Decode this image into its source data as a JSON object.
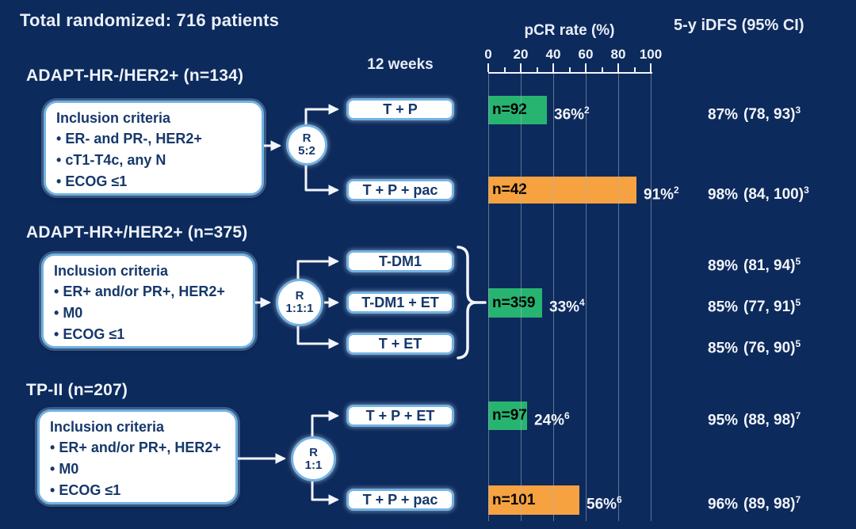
{
  "title": "Total randomized: 716 patients",
  "columns": {
    "timepoint": "12 weeks",
    "pcr_header": "pCR rate (%)",
    "idfs_header": "5-y iDFS (95% CI)"
  },
  "groups": [
    {
      "header": "ADAPT-HR-/HER2+ (n=134)",
      "inclusion": {
        "title": "Inclusion criteria",
        "bullets": [
          "ER- and PR-, HER2+",
          "cT1-T4c, any N",
          "ECOG ≤1"
        ]
      },
      "randomization": {
        "label": "R",
        "ratio": "5:2"
      },
      "arms": [
        "T + P",
        "T + P + pac"
      ]
    },
    {
      "header": "ADAPT-HR+/HER2+ (n=375)",
      "inclusion": {
        "title": "Inclusion criteria",
        "bullets": [
          "ER+ and/or PR+, HER2+",
          "M0",
          "ECOG ≤1"
        ]
      },
      "randomization": {
        "label": "R",
        "ratio": "1:1:1"
      },
      "arms": [
        "T-DM1",
        "T-DM1 + ET",
        "T + ET"
      ]
    },
    {
      "header": "TP-II (n=207)",
      "inclusion": {
        "title": "Inclusion criteria",
        "bullets": [
          "ER+ and/or PR+, HER2+",
          "M0",
          "ECOG ≤1"
        ]
      },
      "randomization": {
        "label": "R",
        "ratio": "1:1"
      },
      "arms": [
        "T + P + ET",
        "T + P + pac"
      ]
    }
  ],
  "chart_data": {
    "type": "bar",
    "title": "pCR rate (%)",
    "xlabel": "pCR rate (%)",
    "xlim": [
      0,
      100
    ],
    "ticks": [
      0,
      20,
      40,
      60,
      80,
      100
    ],
    "minor_ticks": [
      10,
      30,
      50,
      70,
      90
    ],
    "grid": true,
    "bars": [
      {
        "group": "ADAPT-HR-/HER2+",
        "arm": "T + P",
        "n": "n=92",
        "value": 36,
        "label": "36%",
        "footnote": "2",
        "color": "#27b471"
      },
      {
        "group": "ADAPT-HR-/HER2+",
        "arm": "T + P + pac",
        "n": "n=42",
        "value": 91,
        "label": "91%",
        "footnote": "2",
        "color": "#f7a240"
      },
      {
        "group": "ADAPT-HR+/HER2+",
        "arm": "T-DM1 / T-DM1 + ET / T + ET (pooled)",
        "n": "n=359",
        "value": 33,
        "label": "33%",
        "footnote": "4",
        "color": "#27b471"
      },
      {
        "group": "TP-II",
        "arm": "T + P + ET",
        "n": "n=97",
        "value": 24,
        "label": "24%",
        "footnote": "6",
        "color": "#27b471"
      },
      {
        "group": "TP-II",
        "arm": "T + P + pac",
        "n": "n=101",
        "value": 56,
        "label": "56%",
        "footnote": "6",
        "color": "#f7a240"
      }
    ],
    "idfs": [
      {
        "arm": "T + P",
        "value": "87%",
        "ci": "(78, 93)",
        "footnote": "3"
      },
      {
        "arm": "T + P + pac",
        "value": "98%",
        "ci": "(84, 100)",
        "footnote": "3"
      },
      {
        "arm": "T-DM1",
        "value": "89%",
        "ci": "(81, 94)",
        "footnote": "5"
      },
      {
        "arm": "T-DM1 + ET",
        "value": "85%",
        "ci": "(77, 91)",
        "footnote": "5"
      },
      {
        "arm": "T + ET",
        "value": "85%",
        "ci": "(76, 90)",
        "footnote": "5"
      },
      {
        "arm": "T + P + ET",
        "value": "95%",
        "ci": "(88, 98)",
        "footnote": "7"
      },
      {
        "arm": "T + P + pac",
        "value": "96%",
        "ci": "(89, 98)",
        "footnote": "7"
      }
    ]
  },
  "colors": {
    "background": "#0d2a5c",
    "bar_green": "#27b471",
    "bar_orange": "#f7a240",
    "box_border": "#74b2e2",
    "box_text": "#16386b",
    "text": "#eef3fa"
  }
}
